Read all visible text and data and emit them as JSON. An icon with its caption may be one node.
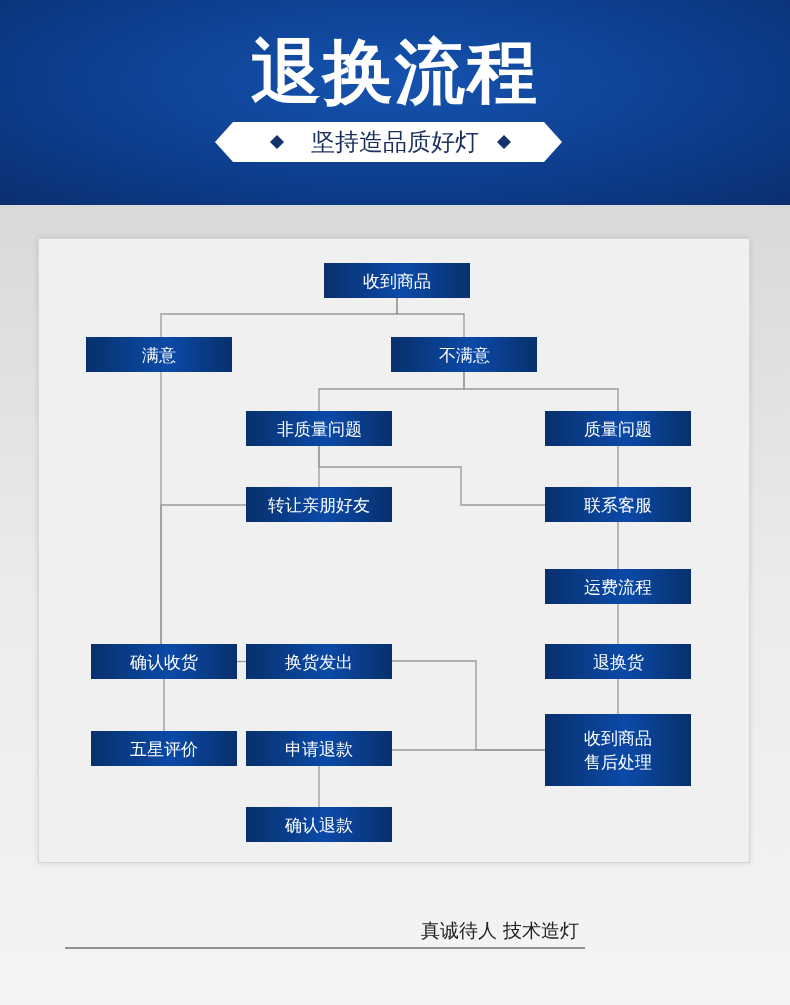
{
  "diagram": {
    "title": "退换流程",
    "nodes": [
      {
        "text": [
          "收到商品"
        ]
      },
      {
        "text": [
          "满意"
        ]
      },
      {
        "text": [
          "不满意"
        ]
      },
      {
        "text": [
          "非质量问题"
        ]
      },
      {
        "text": [
          "质量问题"
        ]
      },
      {
        "text": [
          "转让亲朋好友"
        ]
      },
      {
        "text": [
          "联系客服"
        ]
      },
      {
        "text": [
          "运费流程"
        ]
      },
      {
        "text": [
          "确认收货"
        ]
      },
      {
        "text": [
          "换货发出"
        ]
      },
      {
        "text": [
          "退换货"
        ]
      },
      {
        "text": [
          "五星评价"
        ]
      },
      {
        "text": [
          "申请退款"
        ]
      },
      {
        "text": [
          "收到商品售后处理"
        ]
      },
      {
        "text": [
          "确认退款"
        ]
      }
    ],
    "edges": [
      {
        "from": 0,
        "to": 1,
        "arrow": "none"
      },
      {
        "from": 0,
        "to": 2,
        "arrow": "none"
      },
      {
        "from": 2,
        "to": 3,
        "arrow": "none"
      },
      {
        "from": 2,
        "to": 4,
        "arrow": "none"
      },
      {
        "from": 3,
        "to": 5,
        "arrow": "none"
      },
      {
        "from": 3,
        "to": 6,
        "arrow": "none"
      },
      {
        "from": 1,
        "to": 8,
        "arrow": "none"
      },
      {
        "from": 5,
        "to": 8,
        "arrow": "none"
      },
      {
        "from": 4,
        "to": 6,
        "arrow": "none"
      },
      {
        "from": 6,
        "to": 7,
        "arrow": "none"
      },
      {
        "from": 7,
        "to": 10,
        "arrow": "none"
      },
      {
        "from": 10,
        "to": 13,
        "arrow": "none"
      },
      {
        "from": 13,
        "to": 9,
        "arrow": "none"
      },
      {
        "from": 13,
        "to": 12,
        "arrow": "none"
      },
      {
        "from": 9,
        "to": 8,
        "arrow": "none"
      },
      {
        "from": 8,
        "to": 11,
        "arrow": "none"
      },
      {
        "from": 12,
        "to": 14,
        "arrow": "none"
      }
    ],
    "labels": [
      "坚持造品质好灯",
      "真诚待人 技术造灯"
    ]
  }
}
